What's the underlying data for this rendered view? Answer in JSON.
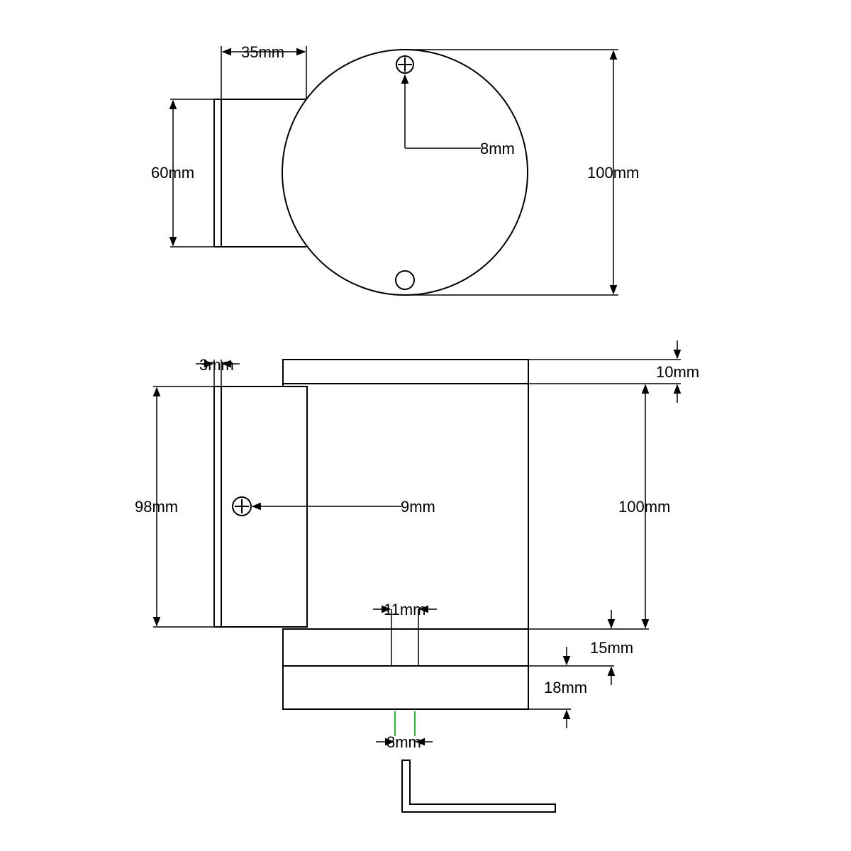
{
  "top_view": {
    "dim_width_35": "35mm",
    "dim_height_60": "60mm",
    "dim_hole_8": "8mm",
    "dim_diameter_100": "100mm"
  },
  "side_view": {
    "dim_thickness_3": "3mm",
    "dim_height_98": "98mm",
    "dim_hole_9": "9mm",
    "dim_top_10": "10mm",
    "dim_height_100": "100mm",
    "dim_slot_11": "11mm",
    "dim_base_15": "15mm",
    "dim_bottom_18": "18mm",
    "dim_pin_8": "8mm"
  },
  "colors": {
    "line": "#000000",
    "highlight": "#22c02a"
  }
}
